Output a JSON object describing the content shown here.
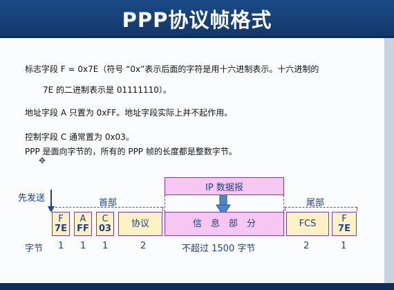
{
  "title": "PPP协议帧格式",
  "paragraphs": {
    "flag_line1": "标志字段 F = 0x7E（符号 “0x”表示后面的字符是用十六进制表示。十六进制的",
    "flag_line2": "7E 的二进制表示是 01111110）。",
    "address": "地址字段 A 只置为 0xFF。地址字段实际上并不起作用。",
    "control": "控制字段 C 通常置为 0x03。",
    "byte_oriented": "PPP 是面向字节的，所有的 PPP 帧的长度都是整数字节。"
  },
  "diagram": {
    "send_first": "先发送",
    "header": "首部",
    "trailer": "尾部",
    "ip_datagram": "IP 数据报",
    "fields": {
      "f1_top": "F",
      "f1_bottom": "7E",
      "a_top": "A",
      "a_bottom": "FF",
      "c_top": "C",
      "c_bottom": "03",
      "protocol": "协议",
      "info": "信　息　部　分",
      "fcs": "FCS",
      "f2_top": "F",
      "f2_bottom": "7E"
    },
    "bytes_label": "字节",
    "counts": {
      "f1": "1",
      "a": "1",
      "c": "1",
      "protocol": "2",
      "info": "不超过 1500 字节",
      "fcs": "2",
      "f2": "1"
    }
  },
  "colors": {
    "title_bar": "#15407a",
    "diagram_text": "#1c3f95",
    "yellow_cell": "#fff2c2",
    "pink_cell": "#f6c8f1"
  }
}
